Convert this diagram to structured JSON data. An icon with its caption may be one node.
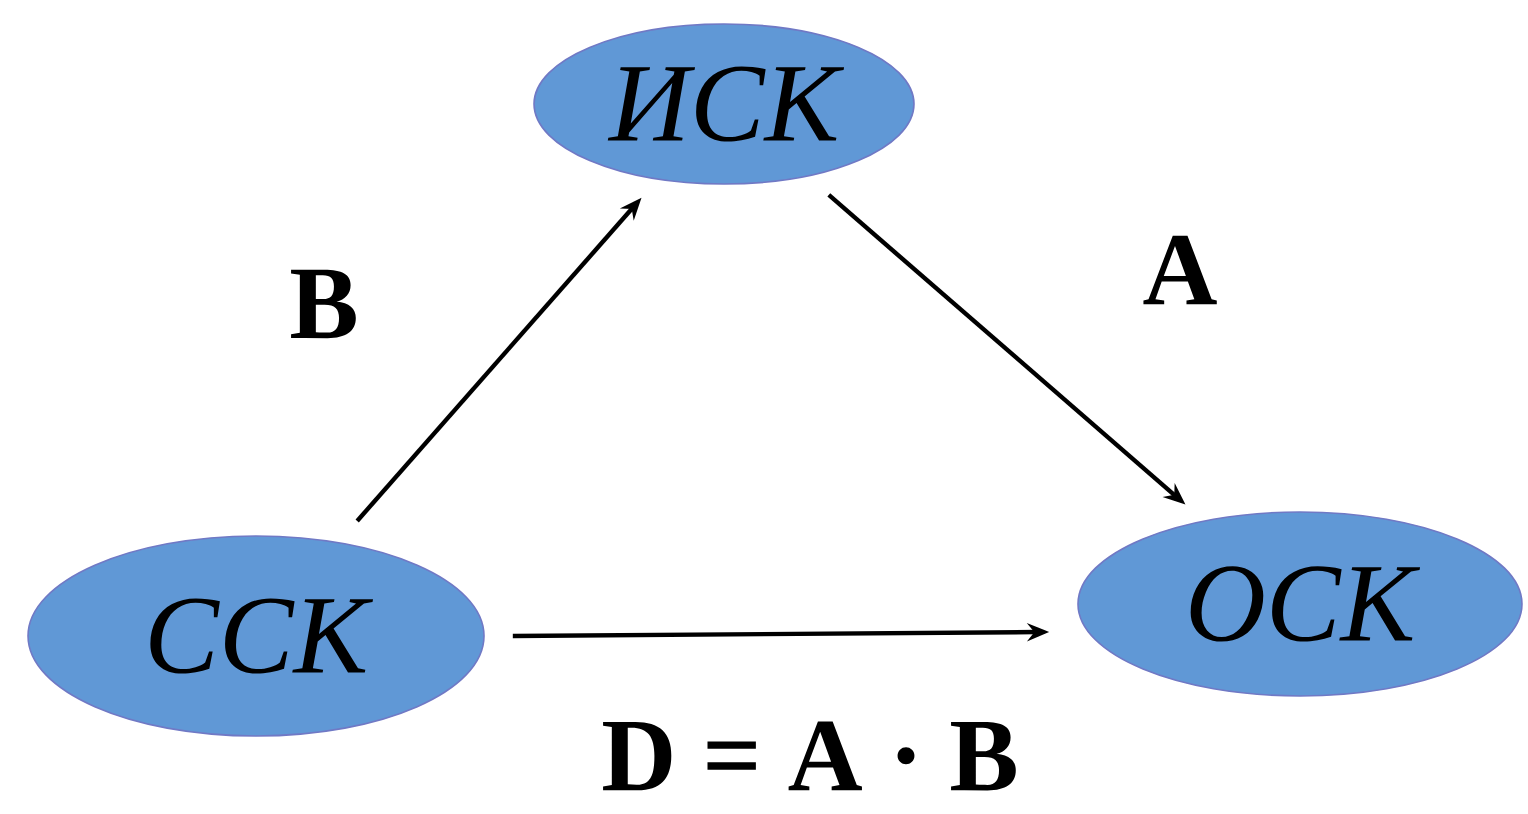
{
  "diagram": {
    "nodes": [
      {
        "text": [
          "ИСК"
        ]
      },
      {
        "text": [
          "ССК"
        ]
      },
      {
        "text": [
          "ОСК"
        ]
      }
    ],
    "edges": [
      {
        "from": 1,
        "to": 0,
        "arrow": "to",
        "label": "B"
      },
      {
        "from": 0,
        "to": 2,
        "arrow": "to",
        "label": "A"
      },
      {
        "from": 1,
        "to": 2,
        "arrow": "to",
        "label": "D = A · B"
      }
    ]
  }
}
